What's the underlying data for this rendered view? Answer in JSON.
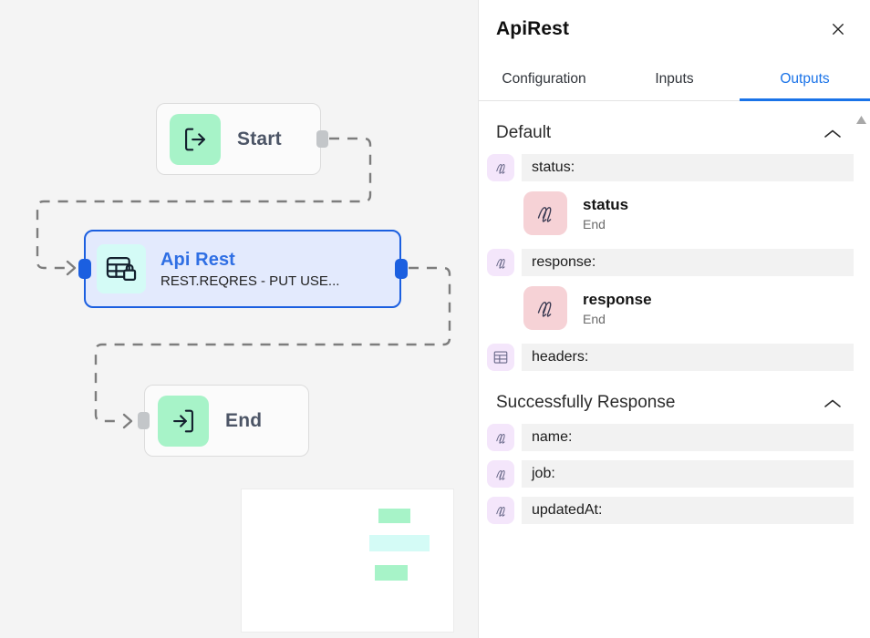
{
  "canvas": {
    "nodes": [
      {
        "id": "start",
        "label": "Start",
        "icon": "arrow-exit-bracket-icon"
      },
      {
        "id": "apirest",
        "label": "Api Rest",
        "subtitle": "REST.REQRES - PUT USE...",
        "icon": "table-lock-icon"
      },
      {
        "id": "end",
        "label": "End",
        "icon": "arrow-enter-bracket-icon"
      }
    ],
    "minimap": {
      "name": "minimap"
    }
  },
  "panel": {
    "title": "ApiRest",
    "close_icon": "close-icon",
    "tabs": [
      {
        "label": "Configuration",
        "active": false
      },
      {
        "label": "Inputs",
        "active": false
      },
      {
        "label": "Outputs",
        "active": true
      }
    ],
    "groups": [
      {
        "title": "Default",
        "collapse_icon": "chevron-up-icon",
        "fields": [
          {
            "label": "status:",
            "icon": "variable-icon",
            "mapping": {
              "name": "status",
              "source": "End",
              "icon": "variable-icon"
            }
          },
          {
            "label": "response:",
            "icon": "variable-icon",
            "mapping": {
              "name": "response",
              "source": "End",
              "icon": "variable-icon"
            }
          },
          {
            "label": "headers:",
            "icon": "table-icon",
            "mapping": null
          }
        ]
      },
      {
        "title": "Successfully Response",
        "collapse_icon": "chevron-up-icon",
        "fields": [
          {
            "label": "name:",
            "icon": "variable-icon",
            "mapping": null
          },
          {
            "label": "job:",
            "icon": "variable-icon",
            "mapping": null
          },
          {
            "label": "updatedAt:",
            "icon": "variable-icon",
            "mapping": null
          }
        ]
      }
    ],
    "scroll_up_icon": "scroll-up-arrow-icon"
  },
  "colors": {
    "accent": "#1a73e8",
    "node_selected_border": "#1b5fe0",
    "node_selected_fill": "#e3eafd",
    "green_icon_bg": "#a7f3c8",
    "cyan_icon_bg": "#d4fbf6",
    "variable_icon_bg": "#f4e6fb",
    "mapped_icon_bg": "#f6d2d6",
    "field_pill_bg": "#f2f2f2",
    "canvas_bg": "#f4f4f4"
  }
}
